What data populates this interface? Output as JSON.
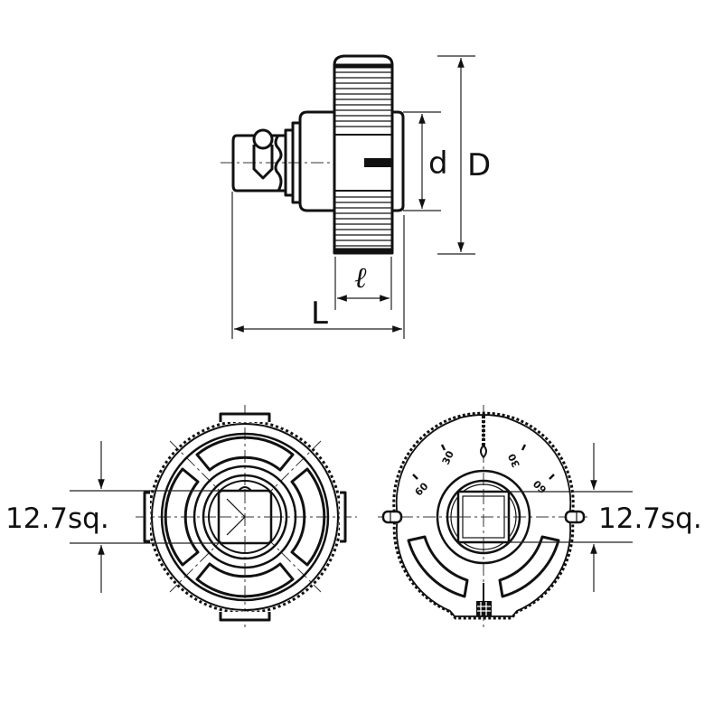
{
  "figure": {
    "title": "Ratchet adapter technical drawing",
    "views": [
      "side-view",
      "front-view",
      "rear-view"
    ]
  },
  "side_view": {
    "dimensions": {
      "d_label": "d",
      "D_label": "D",
      "l_label": "ℓ",
      "L_label": "L"
    }
  },
  "front_view": {
    "square_label": "12.7sq."
  },
  "rear_view": {
    "square_label": "12.7sq.",
    "scale_marks": [
      "60",
      "30",
      "30",
      "60"
    ]
  },
  "colors": {
    "line": "#111111",
    "background": "#ffffff"
  }
}
